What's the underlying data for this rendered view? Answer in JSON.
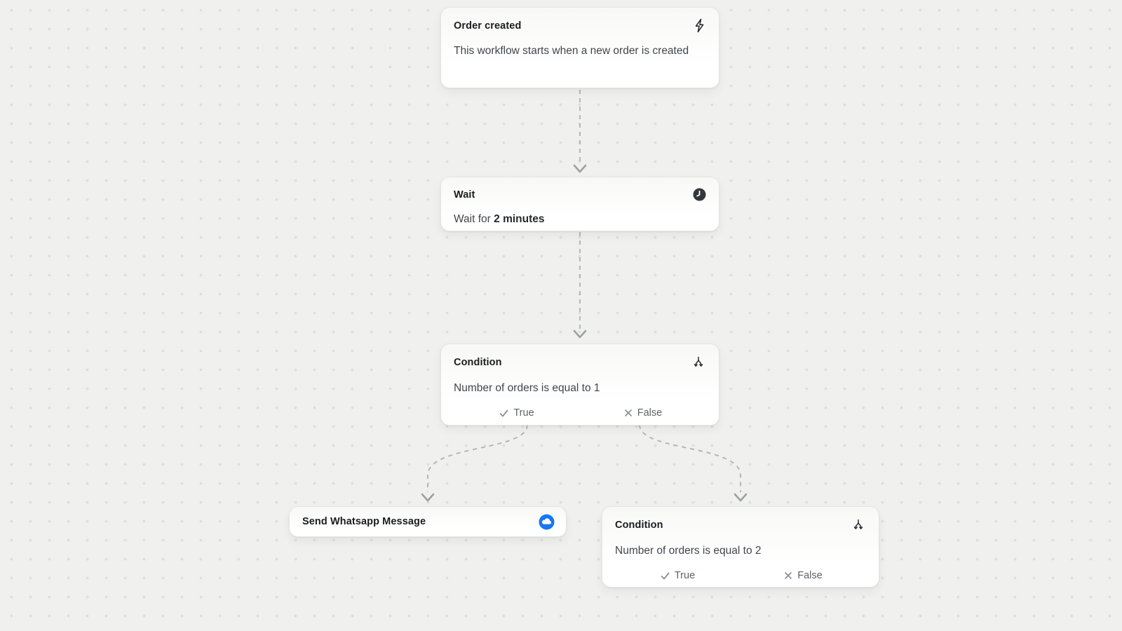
{
  "canvas": {
    "background_color": "#f0f0ef",
    "dot_color": "#dedede",
    "connector_color": "#b6b6b6",
    "accent_blue": "#1877f2"
  },
  "workflow": {
    "trigger": {
      "title": "Order created",
      "description": "This workflow starts when a new order is created",
      "icon": "lightning-icon"
    },
    "wait": {
      "title": "Wait",
      "description_prefix": "Wait for ",
      "duration": "2 minutes",
      "icon": "clock-icon"
    },
    "condition1": {
      "title": "Condition",
      "description": "Number of orders is equal to 1",
      "true_label": "True",
      "false_label": "False",
      "icon": "branch-icon"
    },
    "whatsapp": {
      "title": "Send Whatsapp Message",
      "icon": "cloud-message-icon"
    },
    "condition2": {
      "title": "Condition",
      "description": "Number of orders is equal to 2",
      "true_label": "True",
      "false_label": "False",
      "icon": "branch-icon"
    }
  }
}
